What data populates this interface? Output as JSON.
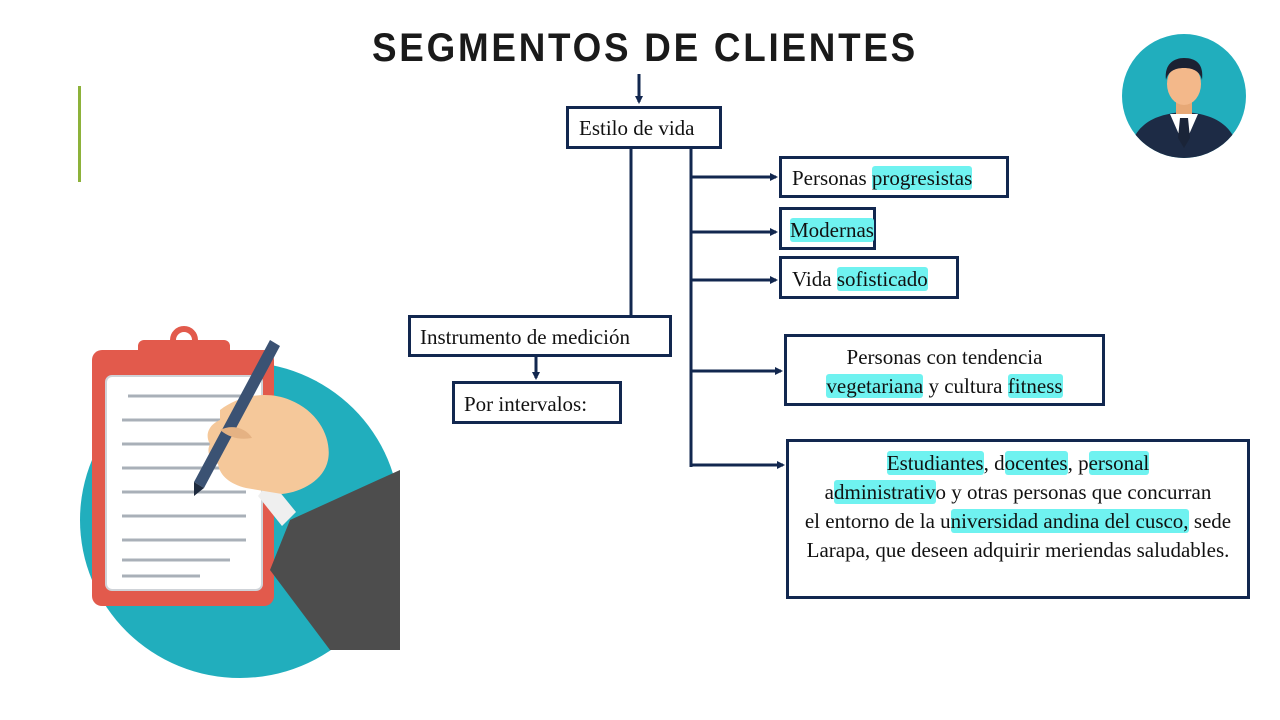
{
  "title": "SEGMENTOS DE CLIENTES",
  "colors": {
    "box_border": "#12274f",
    "highlight": "#6ff2f0",
    "accent": "#8db23a",
    "teal": "#21aebd"
  },
  "nodes": {
    "estilo": "Estilo de vida",
    "instrumento": "Instrumento de medición",
    "intervalos": "Por intervalos:",
    "progresistas": {
      "a": "Personas ",
      "b": "progresistas"
    },
    "modernas": "Modernas",
    "sofisticado": {
      "a": "Vida ",
      "b": "sofisticado"
    },
    "vegetariana": {
      "l1": "Personas con tendencia",
      "h1": "vegetariana",
      "m": " y cultura ",
      "h2": "fitness"
    },
    "estudiantes": {
      "h1": "Estudiantes",
      "t1": ", d",
      "h2": "ocentes",
      "t2": ", p",
      "h3": "ersonal",
      "t3": "a",
      "h4": "dministrativ",
      "t4": "o y otras personas que concurran",
      "t5": "el entorno de la u",
      "h5": "niversidad andina del cusco,",
      "t6": "sede Larapa, que deseen adquirir meriendas saludables."
    }
  },
  "icons": {
    "avatar": "businessman-avatar-icon",
    "clipboard": "clipboard-pen-icon"
  }
}
